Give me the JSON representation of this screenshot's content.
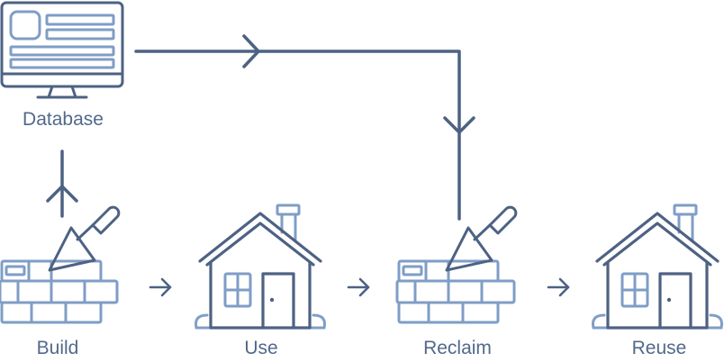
{
  "labels": {
    "database": "Database",
    "build": "Build",
    "use": "Use",
    "reclaim": "Reclaim",
    "reuse": "Reuse"
  },
  "colors": {
    "dark_stroke": "#4d6283",
    "light_stroke": "#7f9dc6",
    "label_text": "#52698b"
  },
  "icons": [
    "monitor-icon",
    "brick-wall-trowel-icon",
    "house-icon",
    "arrow-right-icon",
    "arrow-up-icon",
    "arrow-down-icon"
  ]
}
